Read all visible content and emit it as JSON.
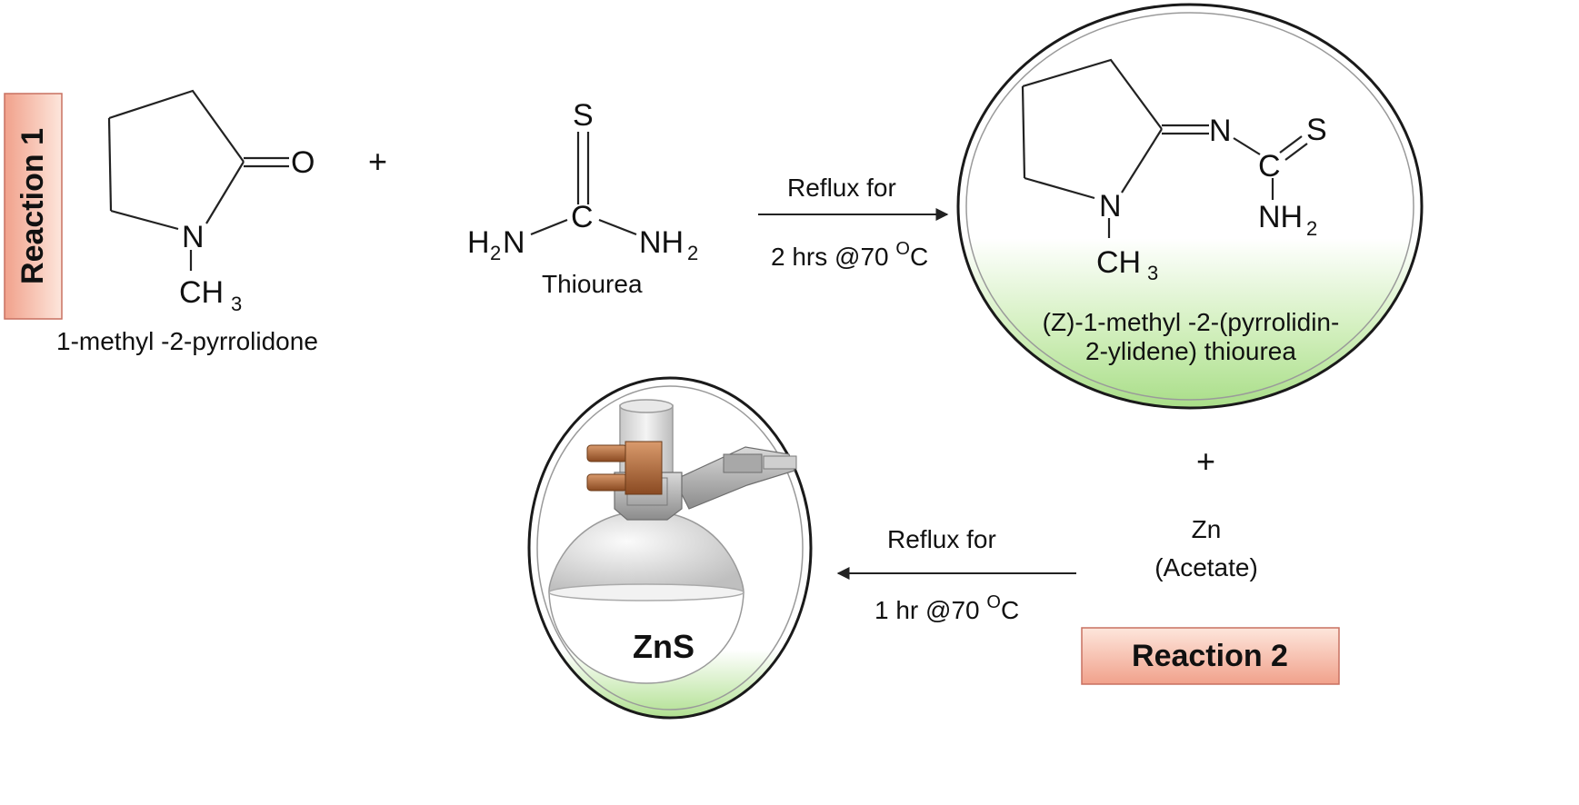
{
  "reaction1": {
    "label": "Reaction 1",
    "reactant1": {
      "name": "1-methyl -2-pyrrolidone",
      "atoms": {
        "oxygen": "O",
        "nitrogen": "N",
        "methyl_c": "CH",
        "methyl_sub": "3"
      }
    },
    "plus": "+",
    "reactant2": {
      "name": "Thiourea",
      "atoms": {
        "sulfur": "S",
        "carbon": "C",
        "left_h": "H",
        "left_sub": "2",
        "left_n": "N",
        "right_nh": "NH",
        "right_sub": "2"
      }
    },
    "conditions": {
      "line1": "Reflux for",
      "line2": "2 hrs @70 ",
      "degree": "O",
      "unit": "C"
    },
    "product": {
      "name_line1": "(Z)-1-methyl -2-(pyrrolidin-",
      "name_line2": "2-ylidene) thiourea",
      "atoms": {
        "imine_n": "N",
        "sulfur": "S",
        "carbon": "C",
        "amine_nh": "NH",
        "amine_sub": "2",
        "ring_n": "N",
        "methyl_c": "CH",
        "methyl_sub": "3"
      }
    }
  },
  "reaction2": {
    "label": "Reaction 2",
    "plus": "+",
    "reagent_line1": "Zn",
    "reagent_line2": "(Acetate)",
    "conditions": {
      "line1": "Reflux for",
      "line2": "1 hr @70 ",
      "degree": "O",
      "unit": "C"
    },
    "product": {
      "name": "ZnS"
    }
  },
  "colors": {
    "label_fill": "#f8c4b4",
    "label_fill_dark": "#f0a088",
    "label_border": "#c87060",
    "bubble_green": "#b6e39a",
    "bubble_border": "#1a1a1a"
  },
  "icons": {
    "flask": "round-bottom-flask-with-clamp-icon"
  }
}
